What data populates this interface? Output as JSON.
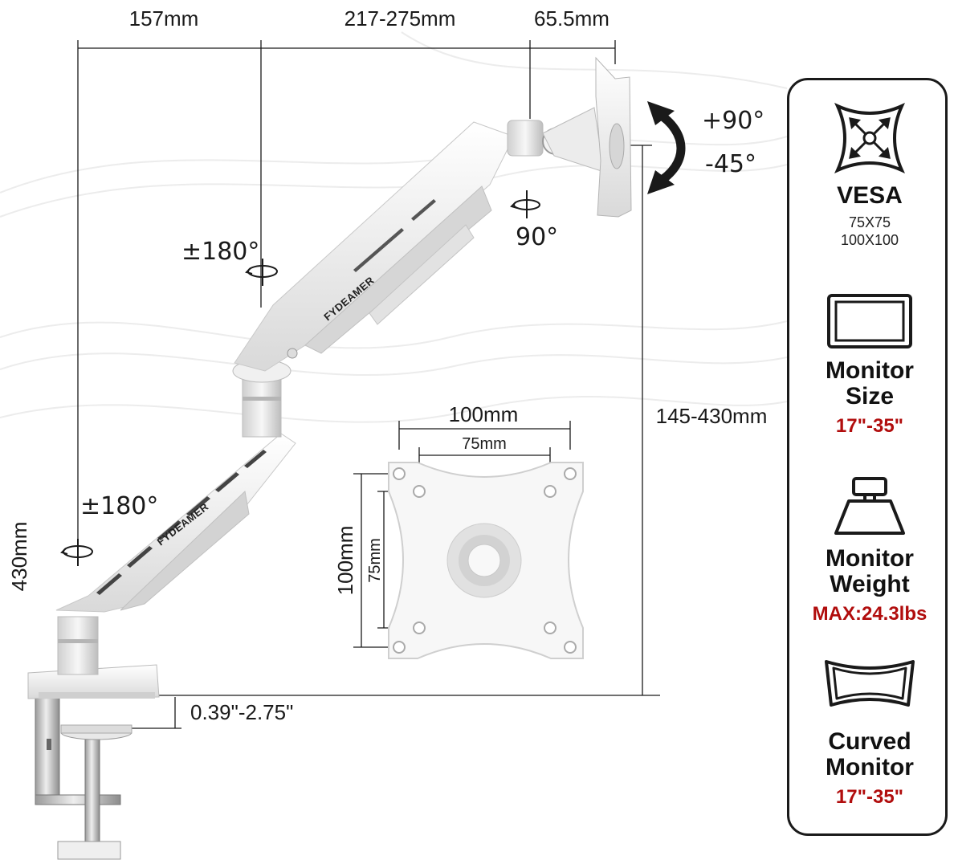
{
  "top_dimensions": {
    "base_reach": "157mm",
    "arm_reach": "217-275mm",
    "head_depth": "65.5mm"
  },
  "rotations": {
    "tilt_up": "+90°",
    "tilt_down": "-45°",
    "swivel_head": "90°",
    "upper_arm": "±180°",
    "lower_arm": "±180°"
  },
  "side_dimensions": {
    "height_range": "145-430mm",
    "pole_height": "430mm",
    "desk_thickness": "0.39\"-2.75\""
  },
  "vesa_plate": {
    "outer_width": "100mm",
    "inner_width": "75mm",
    "outer_height": "100mm",
    "inner_height": "75mm"
  },
  "brand_logo": "FYDEAMER",
  "specs": {
    "vesa": {
      "title": "VESA",
      "sizes": [
        "75X75",
        "100X100"
      ]
    },
    "monitor_size": {
      "title_lines": [
        "Monitor",
        "Size"
      ],
      "value": "17\"-35\""
    },
    "monitor_weight": {
      "title_lines": [
        "Monitor",
        "Weight"
      ],
      "value": "MAX:24.3lbs"
    },
    "curved_monitor": {
      "title_lines": [
        "Curved",
        "Monitor"
      ],
      "value": "17\"-35\""
    }
  },
  "colors": {
    "accent_red": "#b10d0d",
    "line": "#1a1a1a",
    "arm_white": "#f4f4f4",
    "arm_shade": "#d8d8d8"
  }
}
